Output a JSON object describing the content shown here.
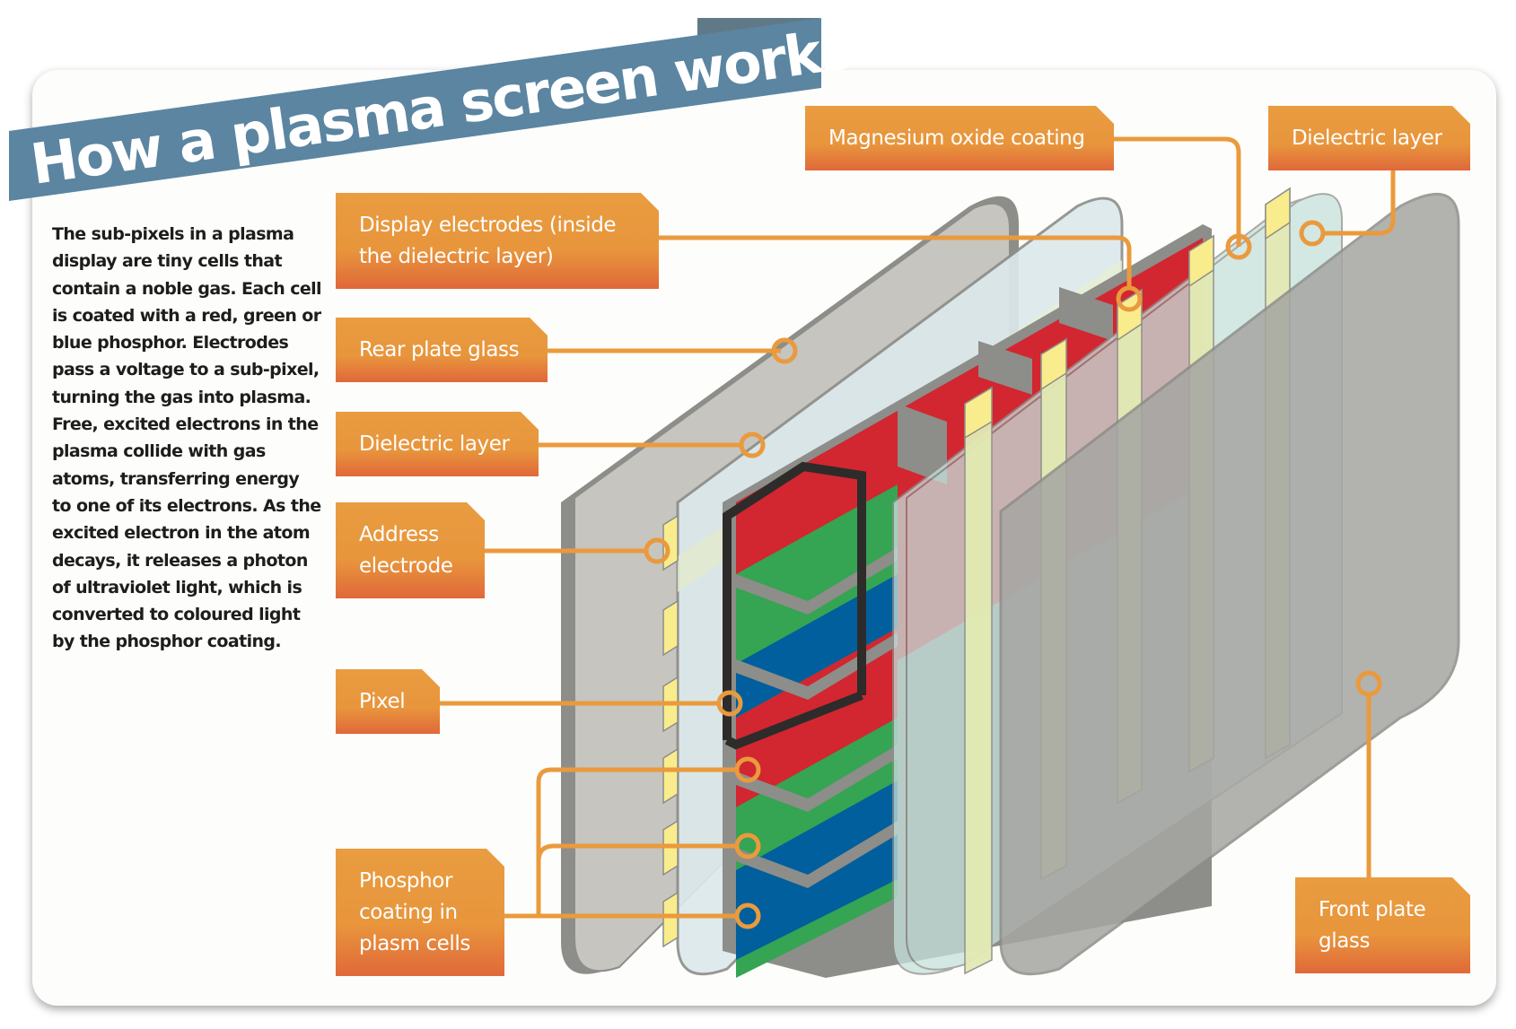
{
  "title": "How a plasma screen works",
  "intro_text": "The sub-pixels in a plasma display are tiny cells that contain a noble gas. Each cell is coated with a red, green or blue phosphor. Electrodes pass a voltage to a sub-pixel, turning the gas into plasma. Free, excited electrons in the plasma collide with gas atoms, transferring energy to one of its electrons. As the excited electron in the atom decays, it releases a photon of ultraviolet light, which is converted to coloured light by the phosphor coating.",
  "labels": {
    "magnesium_oxide": "Magnesium oxide coating",
    "dielectric_front": "Dielectric layer",
    "display_electrodes": "Display electrodes (inside the dielectric layer)",
    "rear_plate": "Rear plate glass",
    "dielectric_rear": "Dielectric layer",
    "address_electrode": "Address electrode",
    "pixel": "Pixel",
    "phosphor": "Phosphor coating in plasm cells",
    "front_plate": "Front plate glass"
  },
  "colors": {
    "banner": "#5b85a1",
    "label_orange": "#e99c40",
    "leader_line": "#ea9a3d",
    "phosphor_red": "#d22630",
    "phosphor_green": "#35a453",
    "phosphor_blue": "#005f9c",
    "electrode_yellow": "#f9ec8c",
    "glass_grey": "#c6c5c0"
  }
}
